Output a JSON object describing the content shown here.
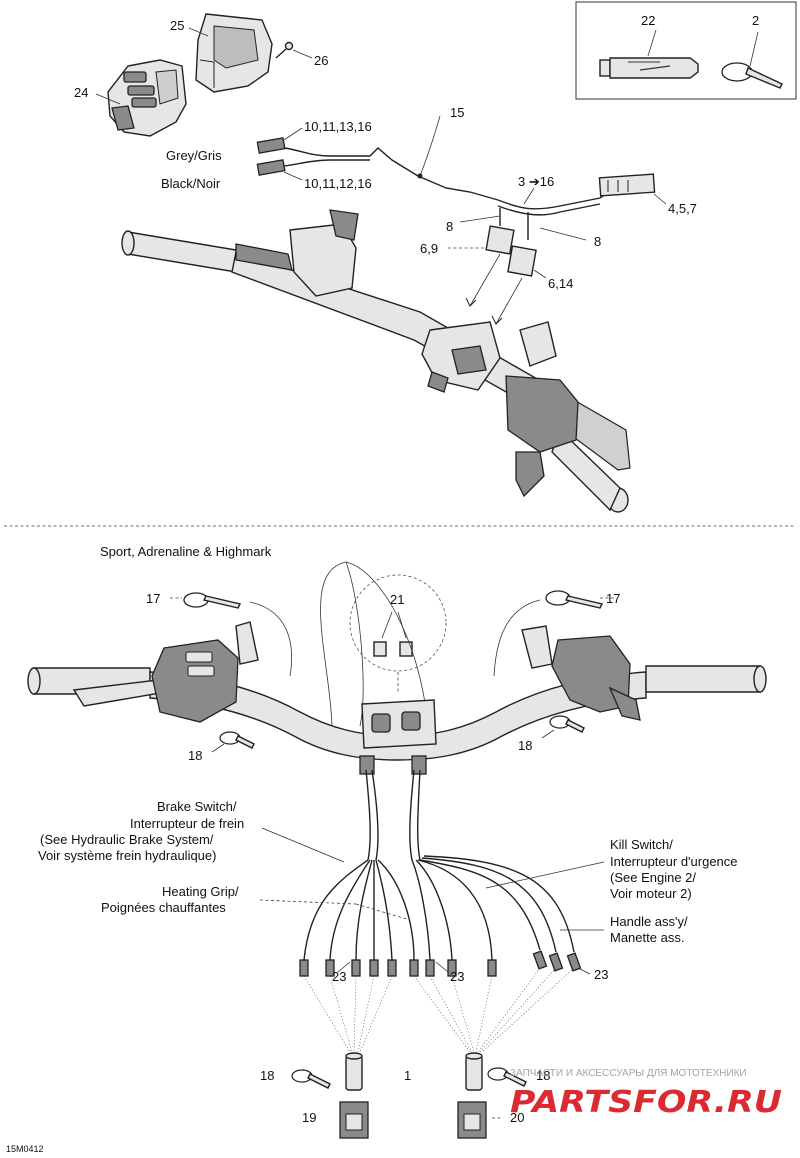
{
  "callouts": {
    "n1": "1",
    "n2": "2",
    "n3_16": "3 ➔16",
    "n4_5_7": "4,5,7",
    "n6_9": "6,9",
    "n6_14": "6,14",
    "n8a": "8",
    "n8b": "8",
    "n10_11_13_16": "10,11,13,16",
    "n10_11_12_16": "10,11,12,16",
    "n15": "15",
    "n17l": "17",
    "n17r": "17",
    "n18l": "18",
    "n18r": "18",
    "n18b": "18",
    "n18c": "18",
    "n19": "19",
    "n20": "20",
    "n21": "21",
    "n22": "22",
    "n23a": "23",
    "n23b": "23",
    "n23c": "23",
    "n24": "24",
    "n25": "25",
    "n26": "26"
  },
  "labels": {
    "grey": "Grey/Gris",
    "black": "Black/Noir",
    "sport": "Sport, Adrenaline & Highmark",
    "brake": [
      "Brake Switch/",
      "Interrupteur de frein",
      "(See Hydraulic Brake System/",
      "Voir système frein hydraulique)"
    ],
    "heating": [
      "Heating Grip/",
      "Poignées chauffantes"
    ],
    "kill": [
      "Kill Switch/",
      "Interrupteur d'urgence",
      "(See Engine 2/",
      "Voir moteur 2)"
    ],
    "handle": [
      "Handle ass'y/",
      "Manette ass."
    ]
  },
  "footer": {
    "figure_code": "15M0412"
  },
  "watermark": {
    "tagline": "ЗАПЧАСТИ И АКСЕССУАРЫ ДЛЯ МОТОТЕХНИКИ",
    "logo": "PARTSFOR.RU",
    "color_red": "#d8141b",
    "color_grey": "#9a9a9a"
  }
}
